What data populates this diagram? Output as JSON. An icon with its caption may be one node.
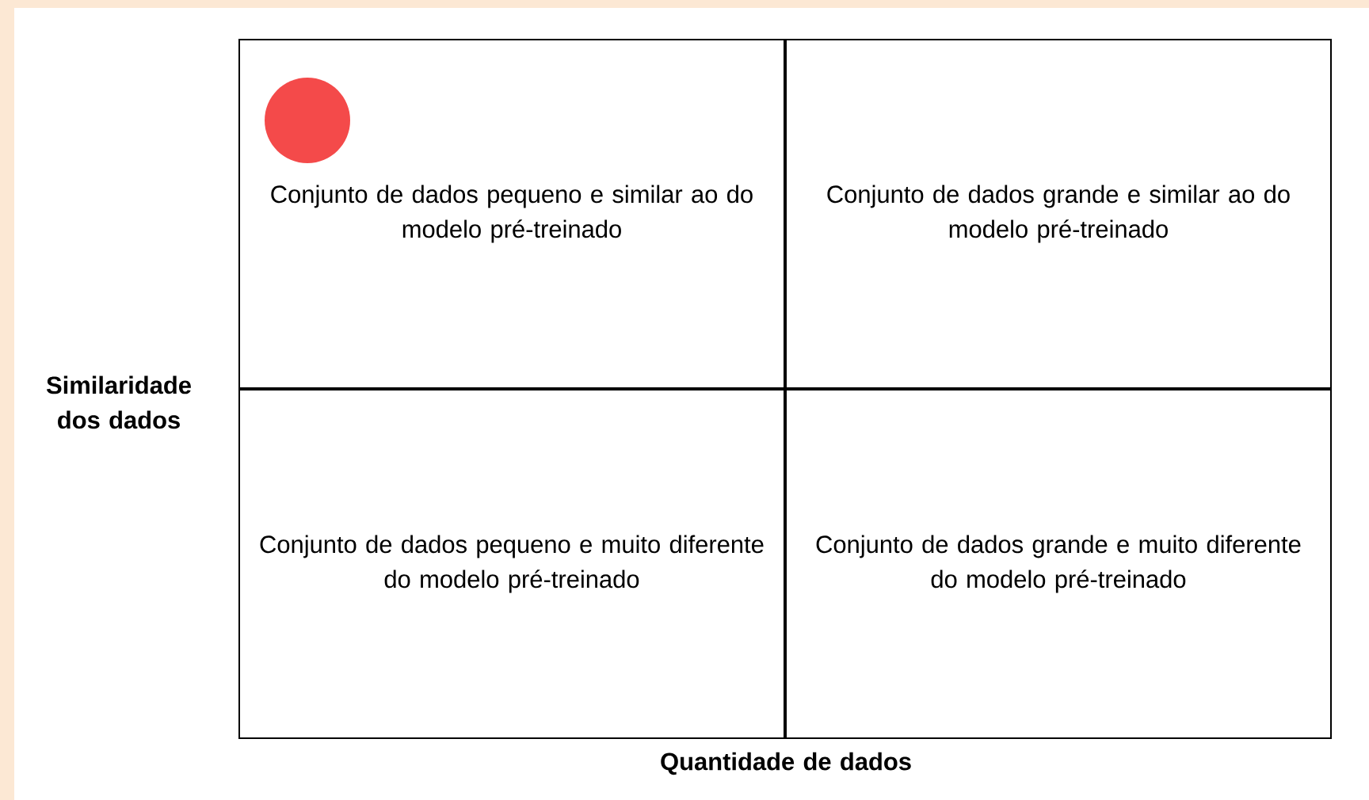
{
  "diagram": {
    "nodes": [
      {
        "text": [
          "Conjunto de dados pequeno e similar ao do modelo pré-treinado"
        ]
      },
      {
        "text": [
          "Conjunto de dados grande e similar ao do modelo pré-treinado"
        ]
      },
      {
        "text": [
          "Conjunto de dados pequeno e muito diferente do modelo pré-treinado"
        ]
      },
      {
        "text": [
          "Conjunto de dados grande e muito diferente do modelo pré-treinado"
        ]
      }
    ],
    "labels": [
      "Similaridade dos dados",
      "Quantidade de dados"
    ]
  }
}
